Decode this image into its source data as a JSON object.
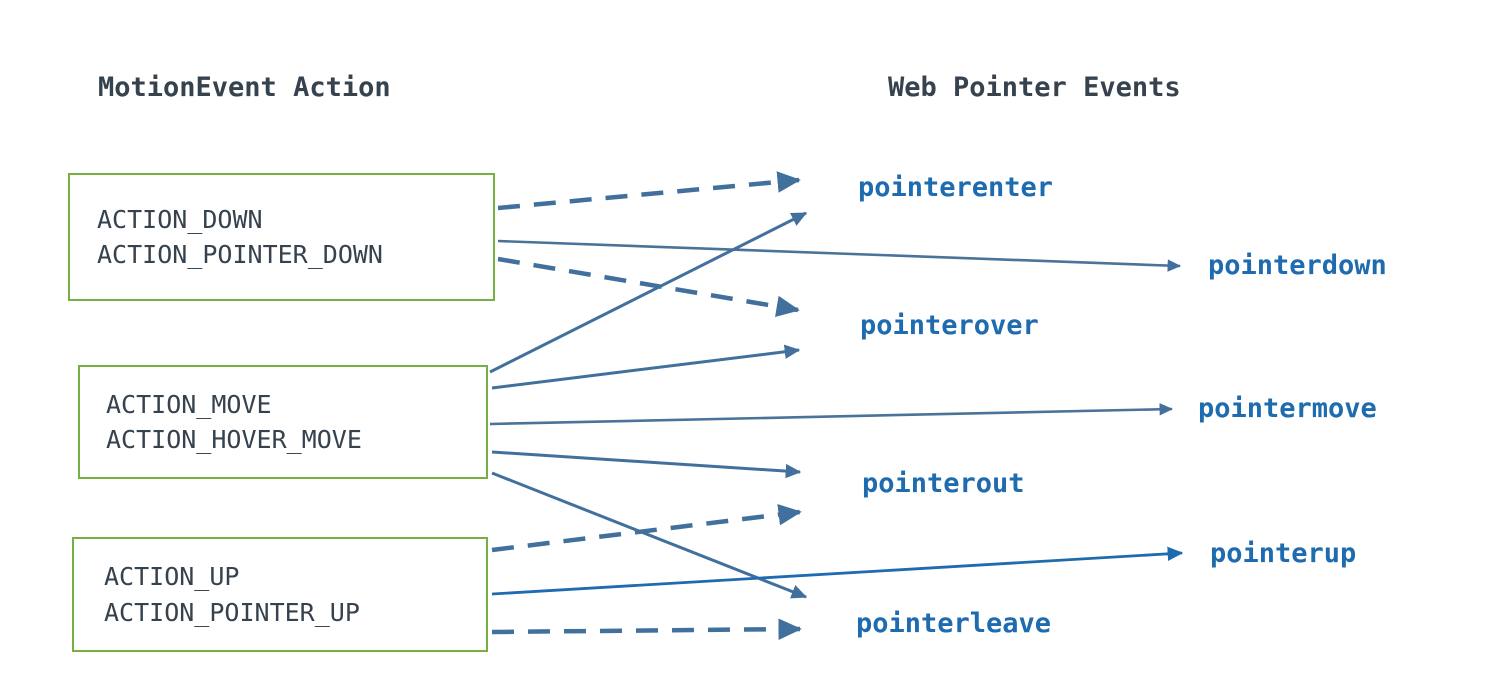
{
  "diagram": {
    "title": "MotionEvent Action to Web Pointer Events mapping",
    "background": "#ffffff",
    "colors": {
      "box_border_green": "#76b043",
      "box_text_slate": "#36424e",
      "label_blue": "#1f6bb0",
      "arrow_steel_blue": "#42709c",
      "arrow_bright_blue": "#1f6bb0"
    }
  },
  "headers": {
    "left": "MotionEvent Action",
    "right": "Web Pointer Events"
  },
  "action_boxes": [
    {
      "id": "box-down",
      "lines": [
        "ACTION_DOWN",
        "ACTION_POINTER_DOWN"
      ]
    },
    {
      "id": "box-move",
      "lines": [
        "ACTION_MOVE",
        "ACTION_HOVER_MOVE"
      ]
    },
    {
      "id": "box-up",
      "lines": [
        "ACTION_UP",
        "ACTION_POINTER_UP"
      ]
    }
  ],
  "pointer_events": [
    {
      "id": "pointerenter",
      "label": "pointerenter"
    },
    {
      "id": "pointerdown",
      "label": "pointerdown"
    },
    {
      "id": "pointerover",
      "label": "pointerover"
    },
    {
      "id": "pointermove",
      "label": "pointermove"
    },
    {
      "id": "pointerout",
      "label": "pointerout"
    },
    {
      "id": "pointerup",
      "label": "pointerup"
    },
    {
      "id": "pointerleave",
      "label": "pointerleave"
    }
  ],
  "connections": [
    {
      "from": "ACTION_DOWN / ACTION_POINTER_DOWN",
      "to": "pointerenter",
      "style": "dashed"
    },
    {
      "from": "ACTION_DOWN / ACTION_POINTER_DOWN",
      "to": "pointerdown",
      "style": "solid"
    },
    {
      "from": "ACTION_DOWN / ACTION_POINTER_DOWN",
      "to": "pointerover",
      "style": "dashed"
    },
    {
      "from": "ACTION_MOVE / ACTION_HOVER_MOVE",
      "to": "pointerenter",
      "style": "solid"
    },
    {
      "from": "ACTION_MOVE / ACTION_HOVER_MOVE",
      "to": "pointerover",
      "style": "solid"
    },
    {
      "from": "ACTION_MOVE / ACTION_HOVER_MOVE",
      "to": "pointermove",
      "style": "solid"
    },
    {
      "from": "ACTION_MOVE / ACTION_HOVER_MOVE",
      "to": "pointerout",
      "style": "solid"
    },
    {
      "from": "ACTION_MOVE / ACTION_HOVER_MOVE",
      "to": "pointerleave",
      "style": "solid"
    },
    {
      "from": "ACTION_UP / ACTION_POINTER_UP",
      "to": "pointerout",
      "style": "dashed"
    },
    {
      "from": "ACTION_UP / ACTION_POINTER_UP",
      "to": "pointerup",
      "style": "solid"
    },
    {
      "from": "ACTION_UP / ACTION_POINTER_UP",
      "to": "pointerleave",
      "style": "dashed"
    }
  ]
}
